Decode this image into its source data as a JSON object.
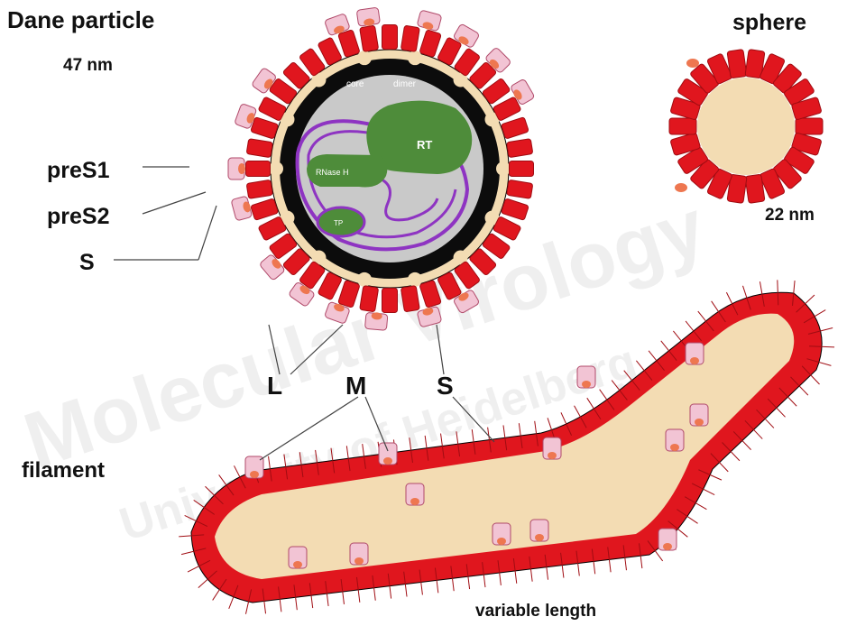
{
  "labels": {
    "dane_particle": "Dane particle",
    "dane_size": "47 nm",
    "sphere": "sphere",
    "sphere_size": "22 nm",
    "filament": "filament",
    "variable_length": "variable length",
    "pres1": "preS1",
    "pres2": "preS2",
    "s_left": "S",
    "L": "L",
    "M": "M",
    "S": "S"
  },
  "internal_labels": {
    "core": "core",
    "dimer": "dimer",
    "rt": "RT",
    "rnase": "RNase H",
    "tp": "TP"
  },
  "watermark": {
    "line1": "Molecular Virology",
    "line2": "University of Heidelberg"
  },
  "colors": {
    "protein_red": "#e0161e",
    "protein_dark": "#a00c12",
    "lumen_beige": "#f3dcb3",
    "pres_pink": "#f2c4d4",
    "core_black": "#0c0c0c",
    "interior_gray": "#c9c9c9",
    "polymerase_green": "#4e8c3a",
    "dna_purple": "#8e34c2",
    "tip_orange": "#ee7750"
  }
}
